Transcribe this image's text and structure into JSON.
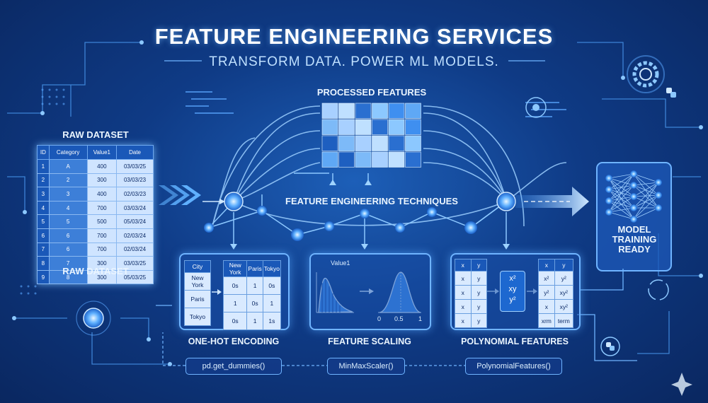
{
  "header": {
    "title": "FEATURE ENGINEERING SERVICES",
    "subtitle": "TRANSFORM DATA. POWER ML MODELS."
  },
  "labels": {
    "raw_dataset_top": "RAW DATASET",
    "raw_dataset_bottom": "RAW DATASET",
    "processed_features": "PROCESSED FEATURES",
    "techniques": "FEATURE ENGINEERING TECHNIQUES",
    "model_ready": "MODEL TRAINING READY"
  },
  "raw_table": {
    "headers": [
      "ID",
      "Category",
      "Value1",
      "Date"
    ],
    "rows": [
      [
        "1",
        "A",
        "400",
        "03/03/25"
      ],
      [
        "2",
        "2",
        "300",
        "03/03/23"
      ],
      [
        "3",
        "3",
        "400",
        "02/03/23"
      ],
      [
        "4",
        "4",
        "700",
        "03/03/24"
      ],
      [
        "5",
        "5",
        "500",
        "05/03/24"
      ],
      [
        "6",
        "6",
        "700",
        "02/03/24"
      ],
      [
        "7",
        "6",
        "700",
        "02/03/24"
      ],
      [
        "8",
        "7",
        "300",
        "03/03/25"
      ],
      [
        "9",
        "8",
        "300",
        "05/03/25"
      ]
    ]
  },
  "one_hot": {
    "title": "ONE-HOT ENCODING",
    "code": "pd.get_dummies()",
    "source_header": "City",
    "source_rows": [
      "New York",
      "Paris",
      "Tokyo"
    ],
    "encoded_headers": [
      "New York",
      "Paris",
      "Tokyo"
    ],
    "encoded_rows": [
      [
        "0s",
        "1",
        "0s"
      ],
      [
        "1",
        "0s",
        "1"
      ],
      [
        "0s",
        "1",
        "1s"
      ]
    ]
  },
  "scaling": {
    "title": "FEATURE SCALING",
    "code": "MinMaxScaler()",
    "plot_label": "Value1",
    "ticks": [
      "0",
      "0.5",
      "1"
    ]
  },
  "polynomial": {
    "title": "POLYNOMIAL FEATURES",
    "code": "PolynomialFeatures()",
    "input_headers": [
      "x",
      "y"
    ],
    "input_rows": [
      [
        "x",
        "y"
      ],
      [
        "x",
        "y"
      ],
      [
        "x",
        "y"
      ],
      [
        "x",
        "y"
      ]
    ],
    "terms": [
      "x²",
      "xy",
      "y²"
    ],
    "output_headers": [
      "x",
      "y"
    ],
    "output_rows": [
      [
        "x²",
        "y²"
      ],
      [
        "y²",
        "xy²"
      ],
      [
        "x",
        "xy²"
      ],
      [
        "xrm",
        "term"
      ]
    ]
  },
  "colors": {
    "accent": "#6fb4ff",
    "background": "#0f3b86",
    "grid_light": "#a8d0ff",
    "grid_dark": "#2a6fd0"
  }
}
